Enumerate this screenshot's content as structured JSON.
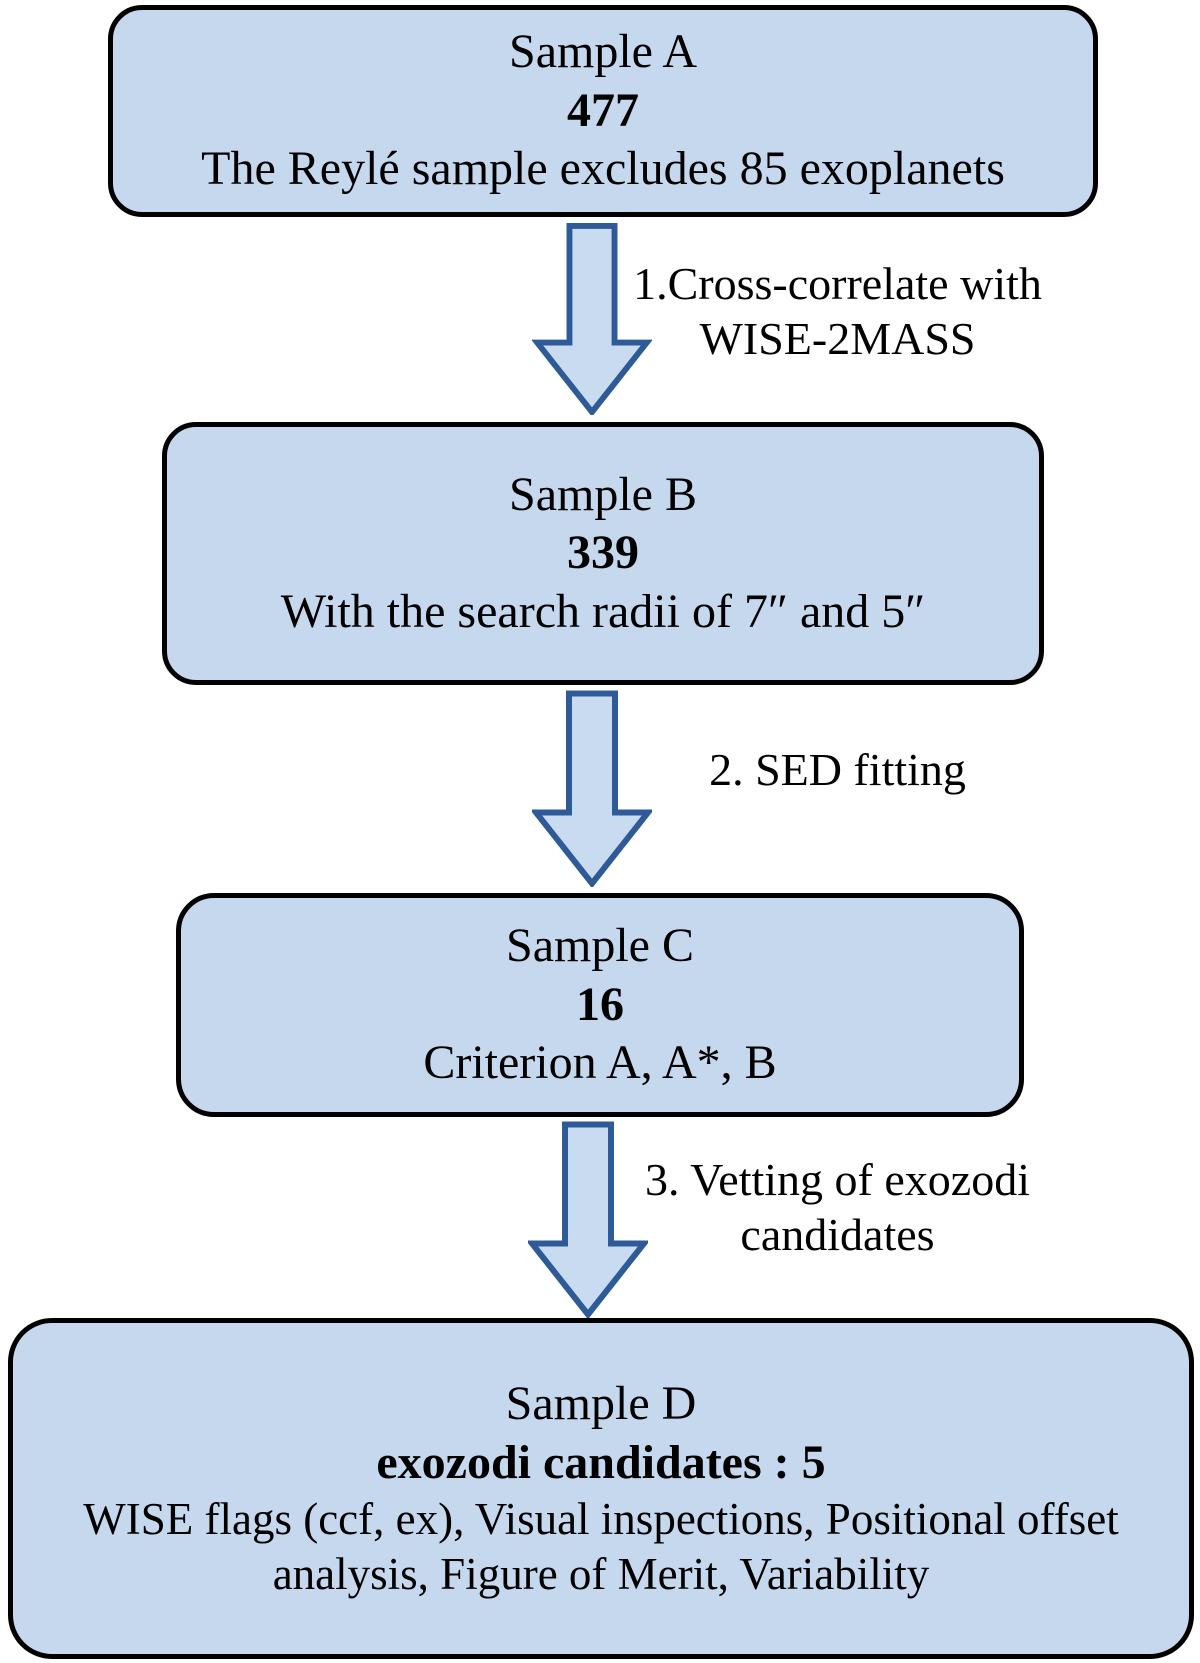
{
  "colors": {
    "background": "#ffffff",
    "box_fill": "#c5d8ed",
    "box_border": "#000000",
    "arrow_fill": "#c8dbf0",
    "arrow_border": "#2e5b97",
    "text": "#000000"
  },
  "flowchart": {
    "boxes": [
      {
        "name": "sample-a",
        "title": "Sample A",
        "count": "477",
        "description": "The Reylé sample excludes 85 exoplanets"
      },
      {
        "name": "sample-b",
        "title": "Sample B",
        "count": "339",
        "description": "With the search radii of 7″ and 5″"
      },
      {
        "name": "sample-c",
        "title": "Sample C",
        "count": "16",
        "description": "Criterion A, A*, B"
      },
      {
        "name": "sample-d",
        "title": "Sample D",
        "count": "exozodi candidates : 5",
        "description": "WISE flags (ccf, ex), Visual inspections, Positional offset analysis, Figure of Merit, Variability"
      }
    ],
    "arrow_labels": [
      {
        "lines": [
          "1.Cross-correlate with",
          "WISE-2MASS"
        ]
      },
      {
        "lines": [
          "2. SED fitting"
        ]
      },
      {
        "lines": [
          "3. Vetting of exozodi",
          "candidates"
        ]
      }
    ]
  }
}
